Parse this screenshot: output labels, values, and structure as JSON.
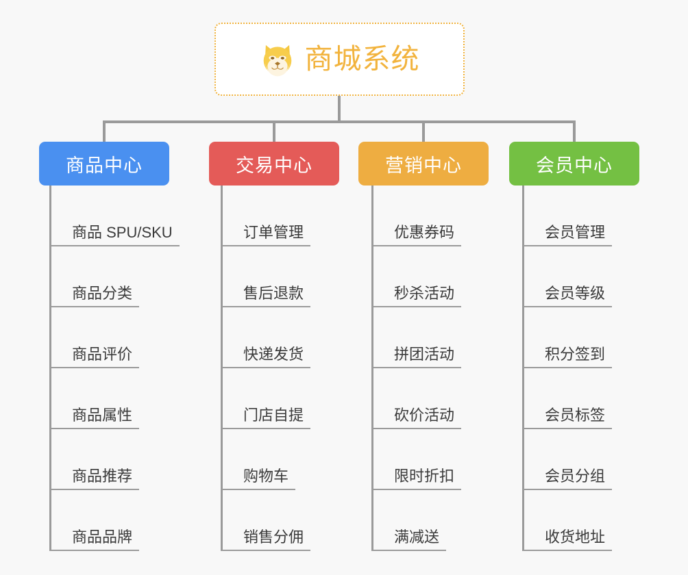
{
  "background_color": "#f8f8f8",
  "root": {
    "title": "商城系统",
    "icon": "shiba-dog-icon",
    "text_color": "#f2b33d",
    "border_color": "#f0b23c"
  },
  "connector_color": "#9a9a9a",
  "branches": [
    {
      "label": "商品中心",
      "color": "#4a90f0",
      "items": [
        "商品 SPU/SKU",
        "商品分类",
        "商品评价",
        "商品属性",
        "商品推荐",
        "商品品牌"
      ]
    },
    {
      "label": "交易中心",
      "color": "#e45b58",
      "items": [
        "订单管理",
        "售后退款",
        "快递发货",
        "门店自提",
        "购物车",
        "销售分佣"
      ]
    },
    {
      "label": "营销中心",
      "color": "#eead41",
      "items": [
        "优惠券码",
        "秒杀活动",
        "拼团活动",
        "砍价活动",
        "限时折扣",
        "满减送"
      ]
    },
    {
      "label": "会员中心",
      "color": "#74c043",
      "items": [
        "会员管理",
        "会员等级",
        "积分签到",
        "会员标签",
        "会员分组",
        "收货地址"
      ]
    }
  ]
}
